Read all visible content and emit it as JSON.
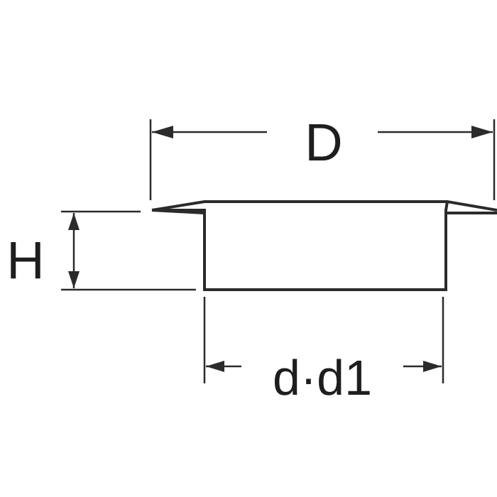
{
  "labels": {
    "outer_diameter": "D",
    "height": "H",
    "inner_diameters": "d·d1"
  },
  "colors": {
    "line": "#2b2b2b",
    "text": "#1e1e1e",
    "background": "#ffffff"
  }
}
